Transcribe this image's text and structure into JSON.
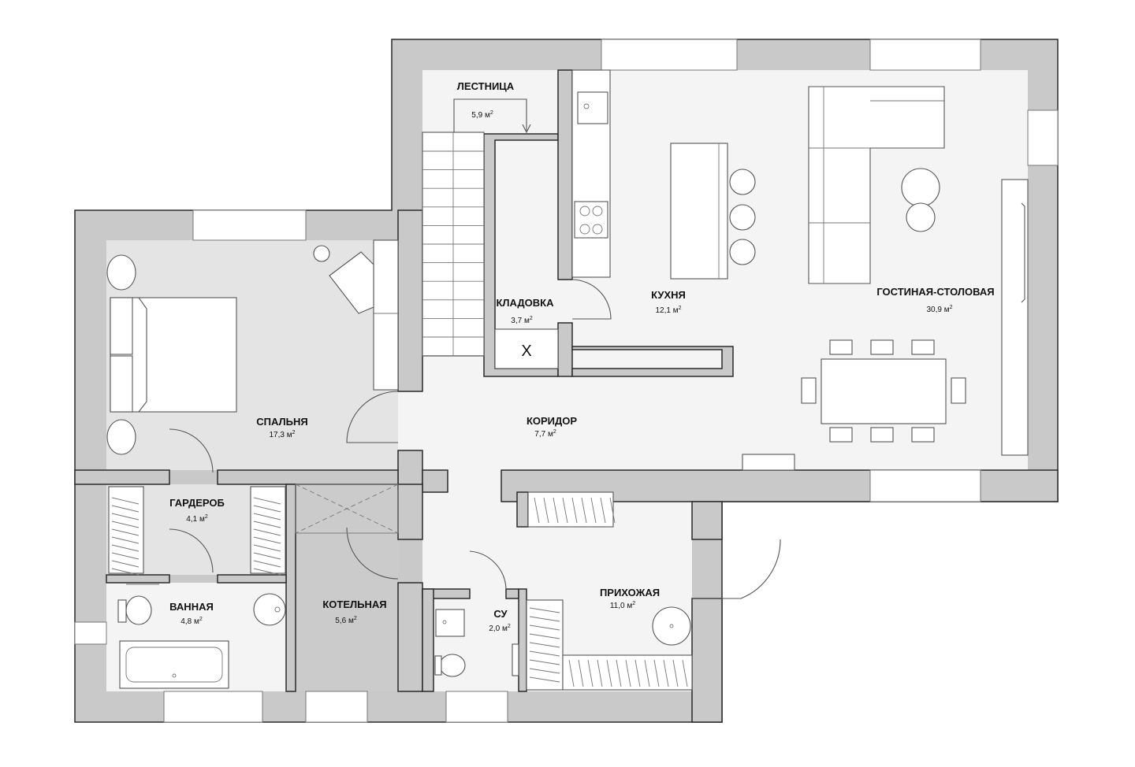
{
  "plan": {
    "rooms": [
      {
        "id": "stairs",
        "name": "ЛЕСТНИЦА",
        "area": "5,9 м",
        "unit_sup": "2"
      },
      {
        "id": "storage",
        "name": "КЛАДОВКА",
        "area": "3,7 м",
        "unit_sup": "2"
      },
      {
        "id": "kitchen",
        "name": "КУХНЯ",
        "area": "12,1 м",
        "unit_sup": "2"
      },
      {
        "id": "living",
        "name": "ГОСТИНАЯ-СТОЛОВАЯ",
        "area": "30,9 м",
        "unit_sup": "2"
      },
      {
        "id": "bedroom",
        "name": "СПАЛЬНЯ",
        "area": "17,3 м",
        "unit_sup": "2"
      },
      {
        "id": "corridor",
        "name": "КОРИДОР",
        "area": "7,7 м",
        "unit_sup": "2"
      },
      {
        "id": "wardrobe",
        "name": "ГАРДЕРОБ",
        "area": "4,1 м",
        "unit_sup": "2"
      },
      {
        "id": "bathroom",
        "name": "ВАННАЯ",
        "area": "4,8 м",
        "unit_sup": "2"
      },
      {
        "id": "boiler",
        "name": "КОТЕЛЬНАЯ",
        "area": "5,6 м",
        "unit_sup": "2"
      },
      {
        "id": "wc",
        "name": "СУ",
        "area": "2,0 м",
        "unit_sup": "2"
      },
      {
        "id": "hallway",
        "name": "ПРИХОЖАЯ",
        "area": "11,0 м",
        "unit_sup": "2"
      }
    ],
    "storage_mark": "X"
  }
}
